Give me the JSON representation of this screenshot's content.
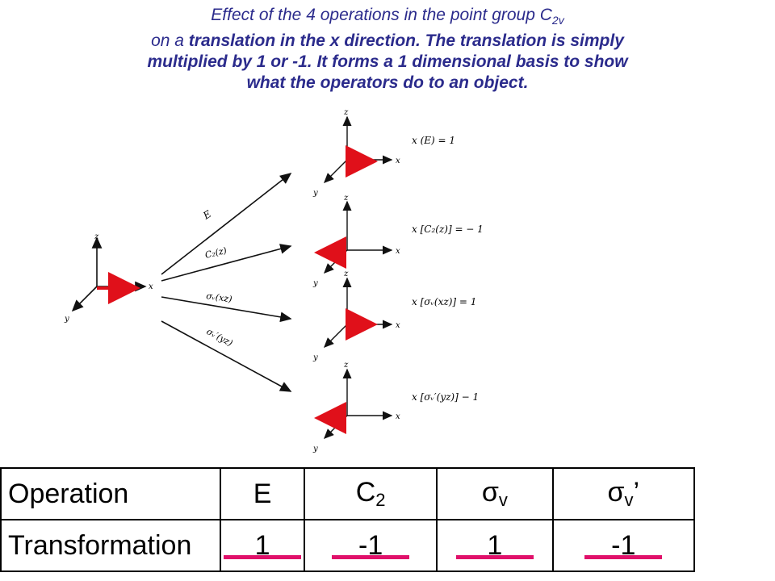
{
  "title": {
    "line1_prefix": "Effect of the 4 operations in the point group C",
    "line1_sub": "2v",
    "line2_prefix": "on a ",
    "line2_bold": "translation in the x direction. The translation is simply",
    "line3": "multiplied by 1 or -1.  It forms a 1 dimensional basis to show",
    "line4": "what the operators do to an object."
  },
  "diagram": {
    "axis_labels": {
      "x": "x",
      "y": "y",
      "z": "z"
    },
    "operation_labels": [
      "E",
      "C₂(z)",
      "σᵥ(xz)",
      "σᵥ′(yz)"
    ],
    "results": [
      "x (E) = 1",
      "x [C₂(z)] = − 1",
      "x [σᵥ(xz)] = 1",
      "x [σᵥ′(yz)] − 1"
    ],
    "arrow_color": "#e0101a"
  },
  "table": {
    "header_label": "Operation",
    "row_label": "Transformation",
    "columns": [
      {
        "main": "E",
        "sub": "",
        "suffix": "",
        "value": "1"
      },
      {
        "main": "C",
        "sub": "2",
        "suffix": "",
        "value": "-1"
      },
      {
        "main": "σ",
        "sub": "v",
        "suffix": "",
        "value": "1"
      },
      {
        "main": "σ",
        "sub": "v",
        "suffix": "’",
        "value": "-1"
      }
    ],
    "underline_color": "#e0106a"
  }
}
